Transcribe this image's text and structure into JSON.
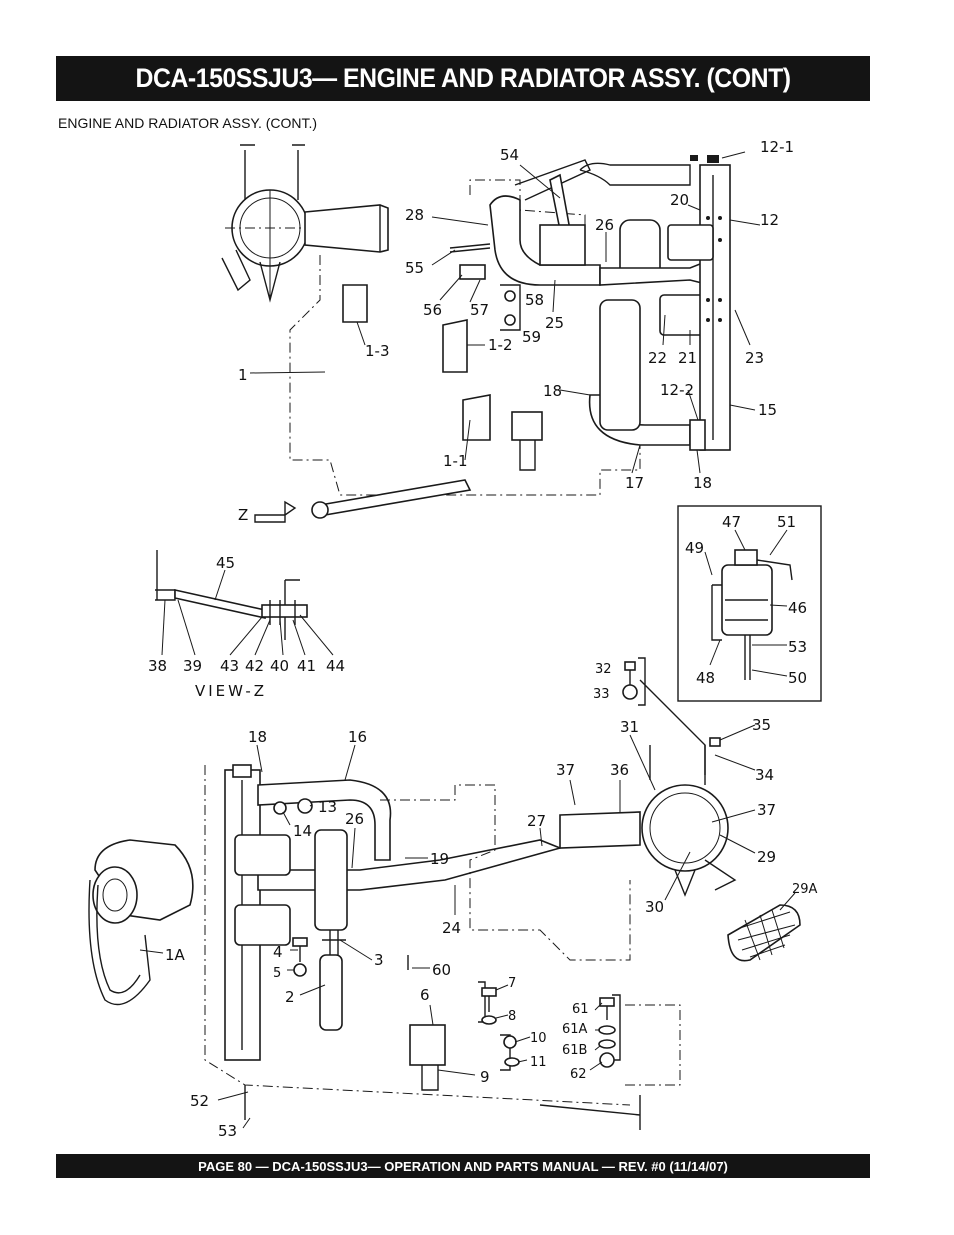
{
  "header": {
    "title": "DCA-150SSJU3— ENGINE AND RADIATOR ASSY. (CONT)"
  },
  "section": {
    "subtitle": "ENGINE AND RADIATOR ASSY.  (CONT.)"
  },
  "view_labels": {
    "view_z": "VIEW-Z",
    "z_arrow": "Z"
  },
  "callouts": {
    "c12_1": "12-1",
    "c54": "54",
    "c20": "20",
    "c12": "12",
    "c28": "28",
    "c26a": "26",
    "c55": "55",
    "c56": "56",
    "c57": "57",
    "c58": "58",
    "c59": "59",
    "c25": "25",
    "c22": "22",
    "c21": "21",
    "c23": "23",
    "c1_3": "1-3",
    "c1_2": "1-2",
    "c1": "1",
    "c18a": "18",
    "c12_2": "12-2",
    "c15": "15",
    "c1_1": "1-1",
    "c17": "17",
    "c18b": "18",
    "c45": "45",
    "c38": "38",
    "c39": "39",
    "c43": "43",
    "c42": "42",
    "c40": "40",
    "c41": "41",
    "c44": "44",
    "c47": "47",
    "c51": "51",
    "c49": "49",
    "c46": "46",
    "c53a": "53",
    "c48": "48",
    "c50": "50",
    "c32": "32",
    "c33": "33",
    "c35": "35",
    "c31": "31",
    "c34": "34",
    "c18c": "18",
    "c16": "16",
    "c37a": "37",
    "c36": "36",
    "c37b": "37",
    "c13": "13",
    "c14": "14",
    "c26b": "26",
    "c27": "27",
    "c29": "29",
    "c19": "19",
    "c30": "30",
    "c29a": "29A",
    "c1a": "1A",
    "c24": "24",
    "c4": "4",
    "c5": "5",
    "c3": "3",
    "c60": "60",
    "c2": "2",
    "c7": "7",
    "c6": "6",
    "c8": "8",
    "c61": "61",
    "c61a": "61A",
    "c10": "10",
    "c61b": "61B",
    "c11": "11",
    "c9": "9",
    "c62": "62",
    "c52": "52",
    "c53b": "53"
  },
  "footer": {
    "text": "PAGE 80 — DCA-150SSJU3—  OPERATION AND PARTS  MANUAL — REV. #0  (11/14/07)"
  }
}
